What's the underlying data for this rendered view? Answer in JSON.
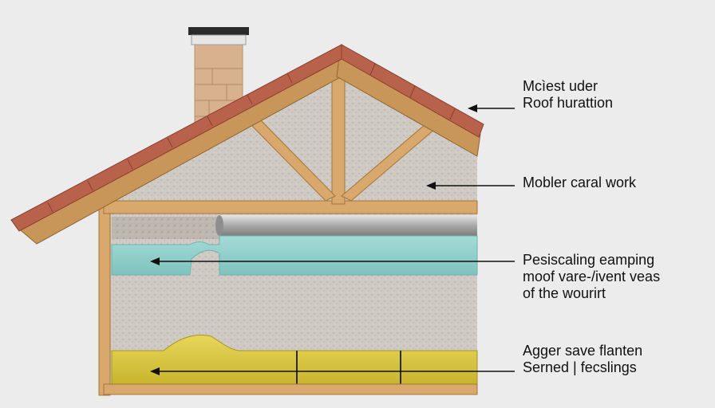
{
  "labels": {
    "ridge": {
      "lines": [
        "Mcìest uder",
        "Roof hurattion"
      ]
    },
    "attic": {
      "lines": [
        "Mobler caral work"
      ]
    },
    "membrane": {
      "lines": [
        "Pesiscaling eamping",
        "moof vare-/ivent veas",
        "of the wourirt"
      ]
    },
    "base": {
      "lines": [
        "Agger save flanten",
        "Serned | fecslings"
      ]
    }
  },
  "colors": {
    "background": "#ececec",
    "roof_tile": "#b8624c",
    "timber": "#d9a86c",
    "timber_dark": "#b98545",
    "plaster": "#cfcac4",
    "membrane_blue": "#8fd0cc",
    "pipe_grey": "#a9a9a9",
    "insulation_yellow": "#d8c53a",
    "brick": "#d8b28e",
    "arrow": "#111111"
  }
}
